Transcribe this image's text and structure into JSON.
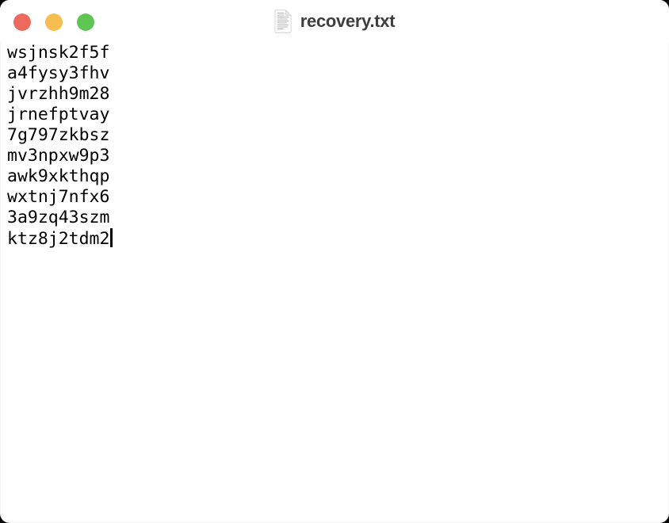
{
  "window": {
    "title": "recovery.txt",
    "icon": "text-document-icon",
    "controls": {
      "close_color": "#ec6a5e",
      "minimize_color": "#f4bf50",
      "zoom_color": "#61c554"
    }
  },
  "editor": {
    "lines": [
      "wsjnsk2f5f",
      "a4fysy3fhv",
      "jvrzhh9m28",
      "jrnefptvay",
      "7g797zkbsz",
      "mv3npxw9p3",
      "awk9xkthqp",
      "wxtnj7nfx6",
      "3a9zq43szm",
      "ktz8j2tdm2"
    ],
    "caret_line_index": 9,
    "text_color": "#000000"
  }
}
